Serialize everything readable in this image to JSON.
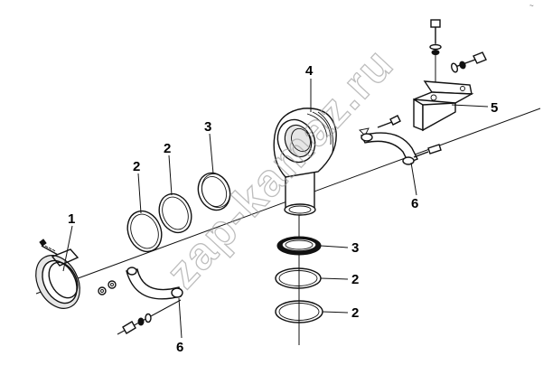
{
  "watermark": {
    "text": "zap-kamaz.ru"
  },
  "corner_mark": "~",
  "callouts": [
    {
      "id": "1a",
      "label": "1"
    },
    {
      "id": "2a",
      "label": "2"
    },
    {
      "id": "2b",
      "label": "2"
    },
    {
      "id": "3a",
      "label": "3"
    },
    {
      "id": "4a",
      "label": "4"
    },
    {
      "id": "5a",
      "label": "5"
    },
    {
      "id": "6a",
      "label": "6"
    },
    {
      "id": "3b",
      "label": "3"
    },
    {
      "id": "2c",
      "label": "2"
    },
    {
      "id": "2d",
      "label": "2"
    },
    {
      "id": "6b",
      "label": "6"
    }
  ]
}
